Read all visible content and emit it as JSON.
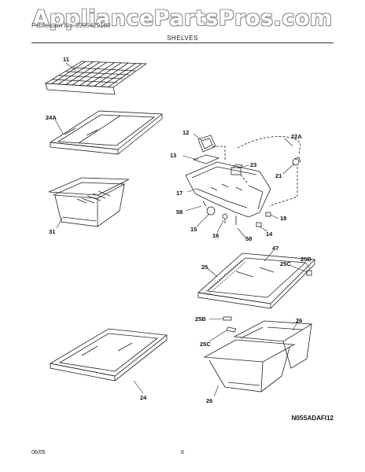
{
  "watermark": "AppliancePartsPros.com",
  "header": {
    "title": "Publication No: 5995429180",
    "section": "SHELVES"
  },
  "labels": {
    "p11": "11",
    "p24a": "24A",
    "p31": "31",
    "p12": "12",
    "p13": "13",
    "p22a": "22A",
    "p23": "23",
    "p21": "21",
    "p17": "17",
    "p58a": "58",
    "p15": "15",
    "p16": "16",
    "p58b": "58",
    "p14": "14",
    "p18": "18",
    "p47": "47",
    "p25": "25",
    "p25c_top": "25C",
    "p25b_top": "25B",
    "p25b_bot": "25B",
    "p25c_bot": "25C",
    "p26a": "26",
    "p26b": "26",
    "p24": "24"
  },
  "reference": "N05SADAFI12",
  "footer": {
    "date": "06/05",
    "page": "6"
  }
}
